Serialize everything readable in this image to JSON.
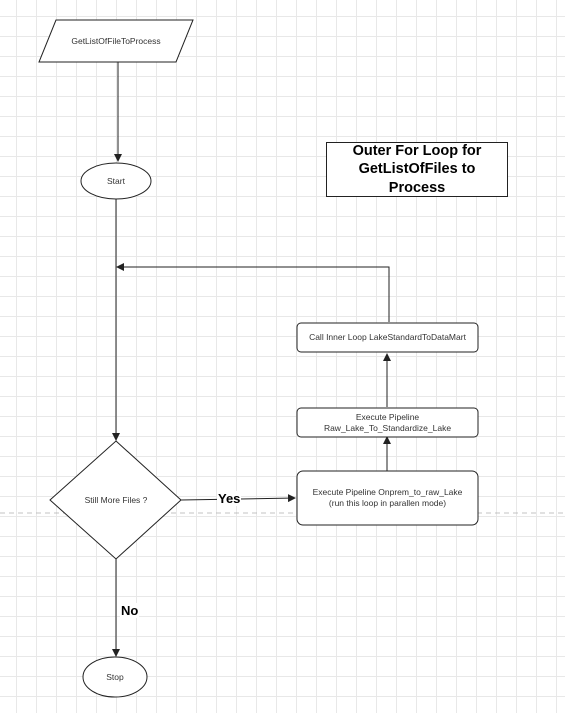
{
  "nodes": {
    "get_list": "GetListOfFileToProcess",
    "start": "Start",
    "decision": "Still More Files ?",
    "stop": "Stop",
    "execute_onprem_line1": "Execute Pipeline Onprem_to_raw_Lake",
    "execute_onprem_line2": "(run this loop in parallen mode)",
    "execute_raw_line1": "Execute Pipeline",
    "execute_raw_line2": "Raw_Lake_To_Standardize_Lake",
    "call_inner": "Call Inner Loop LakeStandardToDataMart"
  },
  "title_box": {
    "line1": "Outer For Loop for",
    "line2": "GetListOfFiles to",
    "line3": "Process"
  },
  "edge_labels": {
    "yes": "Yes",
    "no": "No"
  },
  "colors": {
    "stroke": "#222222",
    "grid": "#e8e8e8",
    "page_break": "#b0b0b0"
  }
}
